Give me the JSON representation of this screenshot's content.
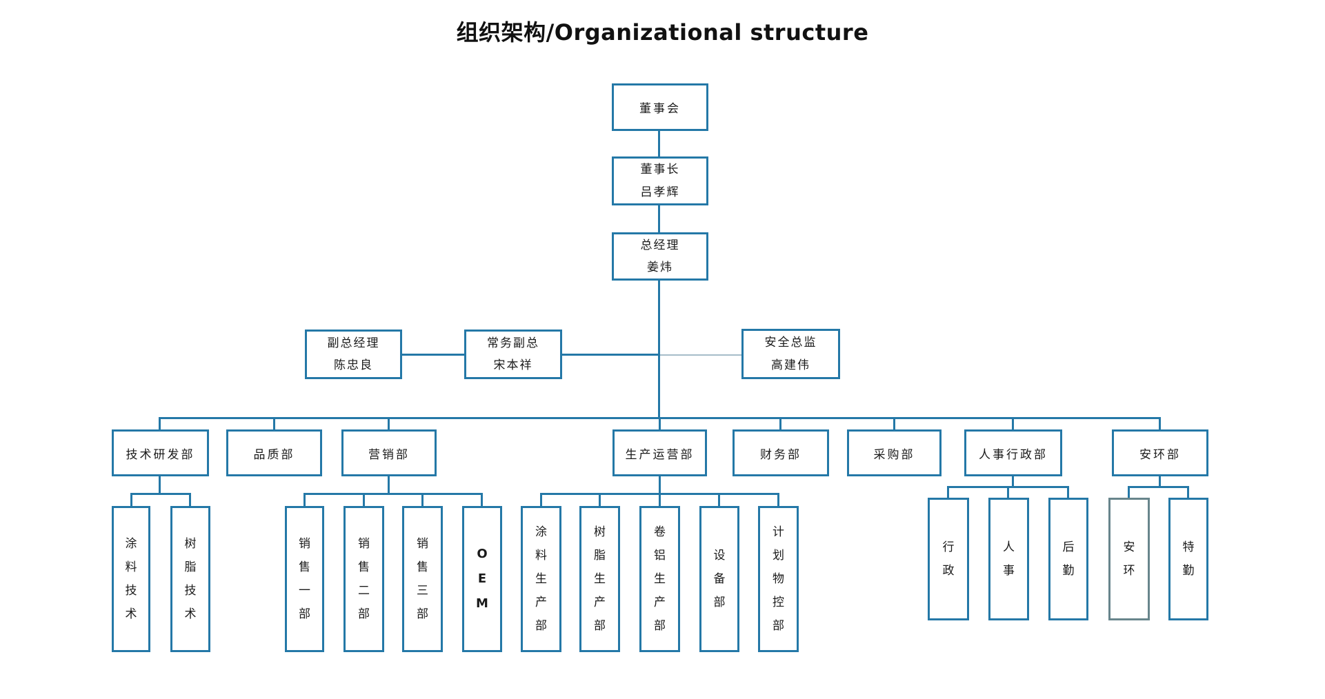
{
  "title": "组织架构/Organizational structure",
  "colors": {
    "connector_blue": "#2478A7",
    "connector_gray": "#A6BCC9",
    "alt_box_border": "#68858C",
    "text": "#1A1A1A"
  },
  "nodes": {
    "board": {
      "label": "董事会"
    },
    "chairman": {
      "title": "董事长",
      "person": "吕孝辉"
    },
    "general_manager": {
      "title": "总经理",
      "person": "姜炜"
    },
    "deputy_gm": {
      "title": "副总经理",
      "person": "陈忠良"
    },
    "executive_deputy": {
      "title": "常务副总",
      "person": "宋本祥"
    },
    "safety_director": {
      "title": "安全总监",
      "person": "高建伟"
    }
  },
  "departments": [
    {
      "label": "技术研发部"
    },
    {
      "label": "品质部"
    },
    {
      "label": "营销部"
    },
    {
      "label": "生产运营部"
    },
    {
      "label": "财务部"
    },
    {
      "label": "采购部"
    },
    {
      "label": "人事行政部"
    },
    {
      "label": "安环部"
    }
  ],
  "teams": {
    "tech_rd": [
      {
        "label": "涂料技术"
      },
      {
        "label": "树脂技术"
      }
    ],
    "marketing": [
      {
        "label": "销售一部"
      },
      {
        "label": "销售二部"
      },
      {
        "label": "销售三部"
      },
      {
        "label": "OEM"
      }
    ],
    "production": [
      {
        "label": "涂料生产部"
      },
      {
        "label": "树脂生产部"
      },
      {
        "label": "卷铝生产部"
      },
      {
        "label": "设备部"
      },
      {
        "label": "计划物控部"
      }
    ],
    "hr_admin": [
      {
        "label": "行政"
      },
      {
        "label": "人事"
      },
      {
        "label": "后勤"
      }
    ],
    "safety_env": [
      {
        "label": "安环"
      },
      {
        "label": "特勤"
      }
    ]
  }
}
